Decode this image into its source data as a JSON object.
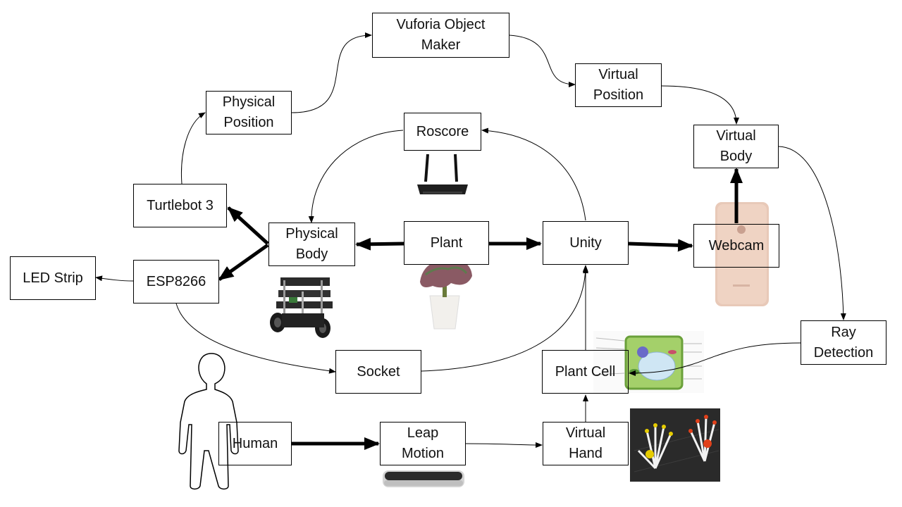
{
  "diagram": {
    "nodes": {
      "vuforia": "Vuforia Object\nMaker",
      "virtual_position": "Virtual\nPosition",
      "physical_position": "Physical\nPosition",
      "roscore": "Roscore",
      "virtual_body": "Virtual\nBody",
      "turtlebot": "Turtlebot 3",
      "physical_body": "Physical\nBody",
      "plant": "Plant",
      "unity": "Unity",
      "webcam": "Webcam",
      "led_strip": "LED Strip",
      "esp8266": "ESP8266",
      "ray_detection": "Ray\nDetection",
      "socket": "Socket",
      "plant_cell": "Plant Cell",
      "human": "Human",
      "leap_motion": "Leap\nMotion",
      "virtual_hand": "Virtual\nHand"
    },
    "edge_colors": {
      "line": "#000000"
    },
    "icons": [
      "wifi-router-icon",
      "turtlebot-robot-icon",
      "plant-pot-icon",
      "iphone-icon",
      "plant-cell-diagram-icon",
      "human-figure-icon",
      "leap-motion-device-icon",
      "virtual-hands-icon"
    ]
  }
}
